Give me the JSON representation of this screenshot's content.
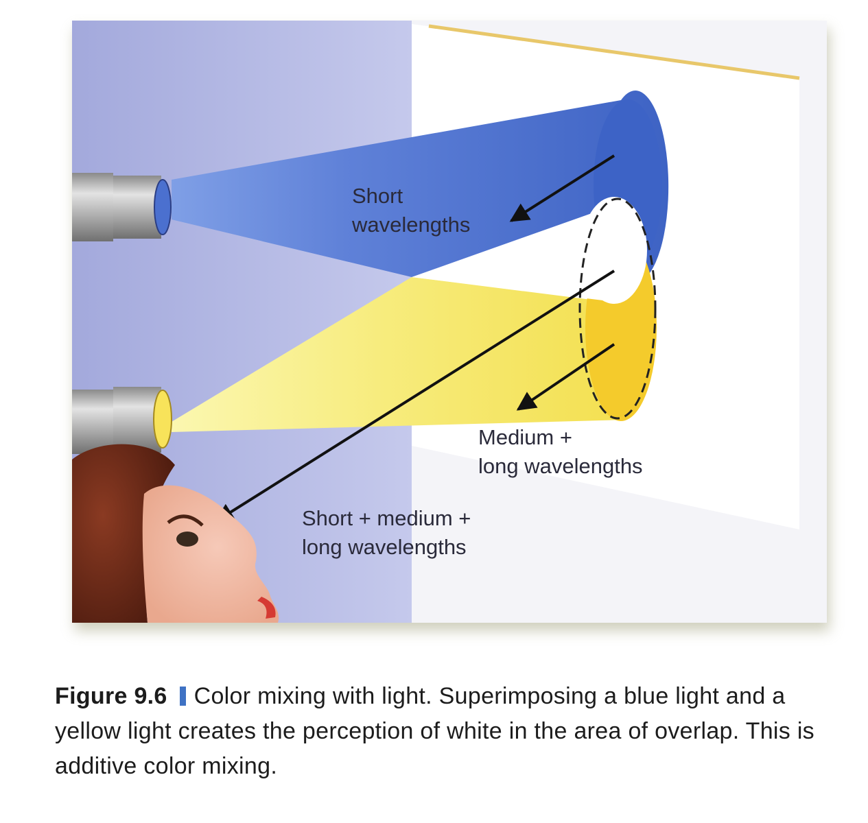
{
  "diagram": {
    "labels": {
      "short": [
        "Short",
        "wavelengths"
      ],
      "medium_long": [
        "Medium +",
        "long wavelengths"
      ],
      "all": [
        "Short + medium +",
        "long wavelengths"
      ]
    },
    "colors": {
      "blue_light": "#3d63c6",
      "yellow_light": "#f6d23a",
      "white_overlap": "#ffffff",
      "background": "#aab0df"
    }
  },
  "caption": {
    "figure_label": "Figure 9.6",
    "text": "Color mixing with light. Superimposing a blue light and a yellow light creates the perception of white in the area of overlap. This is additive color mixing."
  }
}
